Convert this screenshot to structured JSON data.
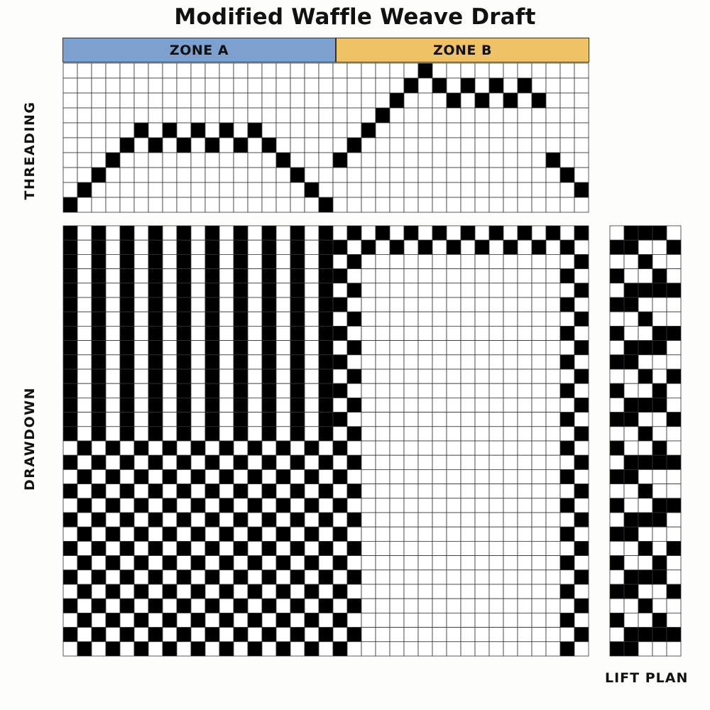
{
  "title": "Modified Waffle Weave Draft",
  "zones": [
    {
      "label": "ZONE A",
      "color": "#7da0cf"
    },
    {
      "label": "ZONE B",
      "color": "#efc266"
    }
  ],
  "labels": {
    "threading": "THREADING",
    "drawdown": "DRAWDOWN",
    "lift_plan": "LIFT PLAN"
  },
  "colors": {
    "filled_cell": "#000000",
    "empty_cell": "#ffffff",
    "grid_line": "#333333"
  },
  "draft": {
    "ends": 37,
    "zone_a_ends": 19,
    "zone_b_ends": 18,
    "shafts": 10,
    "picks": 30,
    "treadles": 5,
    "threading_shafts": [
      1,
      2,
      3,
      4,
      5,
      6,
      5,
      6,
      5,
      6,
      5,
      6,
      5,
      6,
      5,
      4,
      3,
      2,
      1,
      4,
      5,
      6,
      7,
      8,
      9,
      10,
      9,
      8,
      9,
      8,
      9,
      8,
      9,
      8,
      4,
      3,
      2
    ]
  }
}
